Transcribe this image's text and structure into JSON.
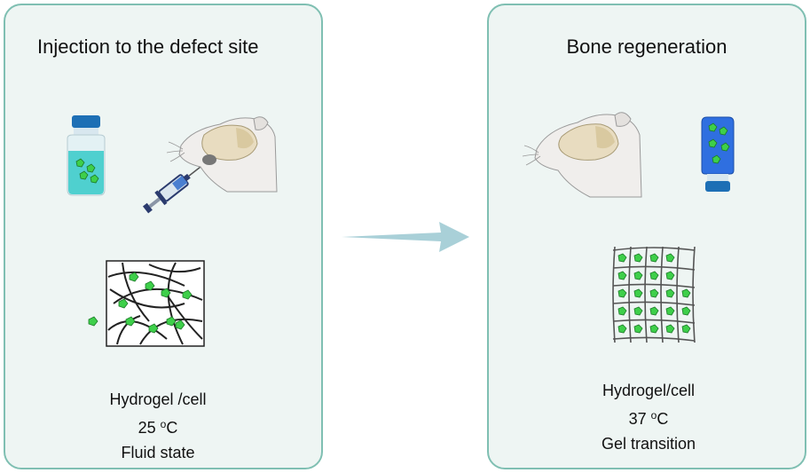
{
  "left_panel": {
    "title": "Injection to the defect site",
    "caption": {
      "line1": "Hydrogel /cell",
      "temperature_value": "25",
      "temperature_unit": "C",
      "line3": "Fluid state"
    }
  },
  "right_panel": {
    "title": "Bone regeneration",
    "caption": {
      "line1": "Hydrogel/cell",
      "temperature_value": "37",
      "temperature_unit": "C",
      "line3": "Gel transition"
    }
  },
  "colors": {
    "panel_border": "#7fbfb2",
    "panel_fill": "#eef5f3",
    "arrow": "#a9d0d8",
    "cell_green": "#3ecf4a",
    "vial_liquid": "#4fd0cf",
    "vial_inverted": "#2f6fe0",
    "cap_blue": "#1d6fb5"
  },
  "icons": [
    "vial-icon",
    "syringe-icon",
    "rat-head-icon",
    "hydrogel-network-icon",
    "inverted-vial-icon",
    "gel-mesh-icon",
    "cell-icon"
  ]
}
